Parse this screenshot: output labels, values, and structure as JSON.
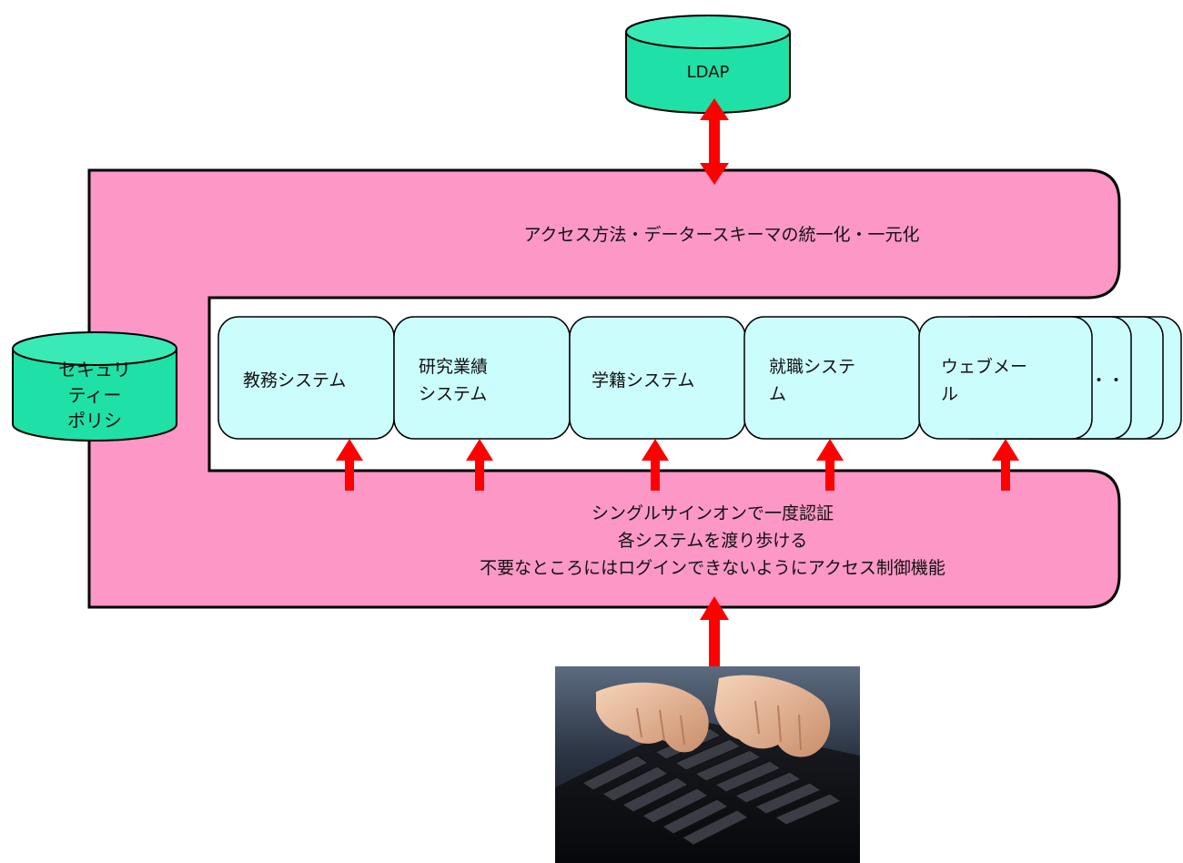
{
  "ldap": {
    "label": "LDAP"
  },
  "security_policy": {
    "lines": [
      "セキュリ",
      "ティー",
      "ポリシ"
    ]
  },
  "top_band": {
    "text": "アクセス方法・データースキーマの統一化・一元化"
  },
  "systems": [
    {
      "lines": [
        "教務システム"
      ]
    },
    {
      "lines": [
        "研究業績",
        "システム"
      ]
    },
    {
      "lines": [
        "学籍システム"
      ]
    },
    {
      "lines": [
        "就職システ",
        "ム"
      ]
    },
    {
      "lines": [
        "ウェブメー",
        "ル"
      ]
    }
  ],
  "more_indicator": "・・",
  "bottom_band": {
    "lines": [
      "シングルサインオンで一度認証",
      "各システムを渡り歩ける",
      "不要なところにはログインできないようにアクセス制御機能"
    ]
  },
  "user_photo": {
    "icon": "keyboard-typing-hands-icon"
  },
  "colors": {
    "database_fill": "#1fe0a6",
    "framework_fill": "#fc97c6",
    "system_fill": "#ccfdfd",
    "arrow": "#ff0000",
    "outline": "#000000"
  }
}
